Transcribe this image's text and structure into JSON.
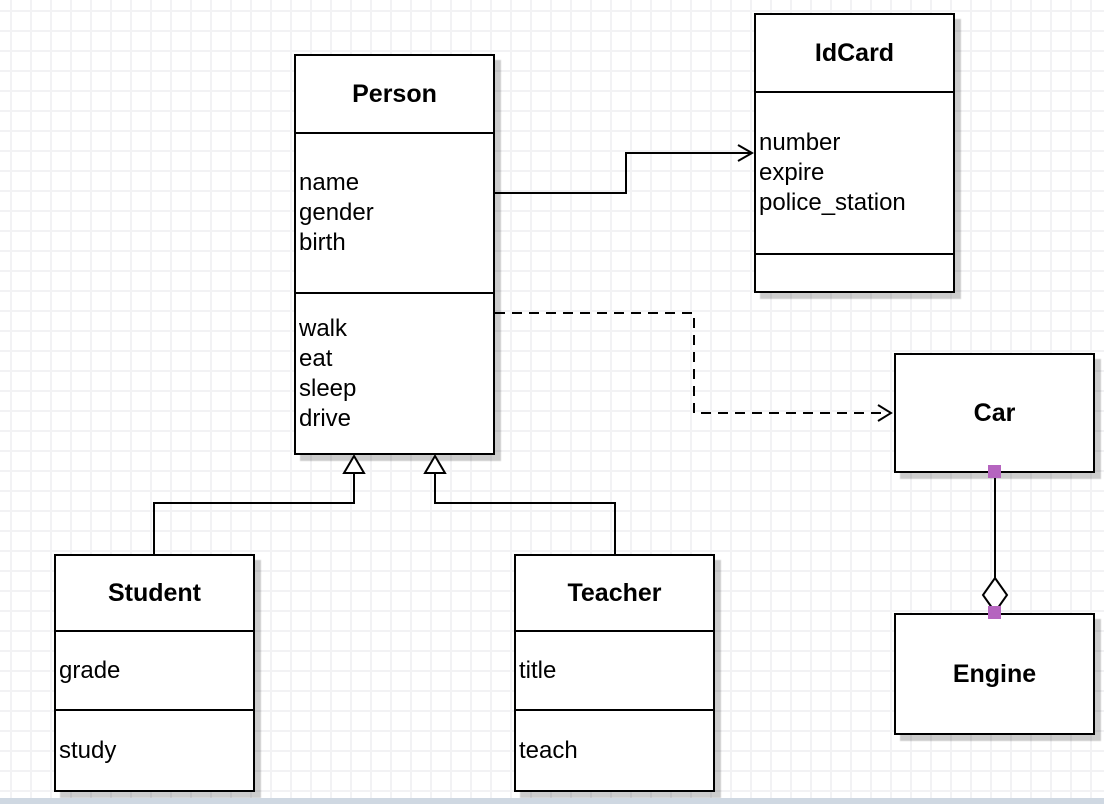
{
  "diagram": {
    "type": "uml-class-diagram",
    "classes": {
      "person": {
        "name": "Person",
        "attributes": [
          "name",
          "gender",
          "birth"
        ],
        "methods": [
          "walk",
          "eat",
          "sleep",
          "drive"
        ]
      },
      "idcard": {
        "name": "IdCard",
        "attributes": [
          "number",
          "expire",
          "police_station"
        ],
        "methods": []
      },
      "car": {
        "name": "Car",
        "attributes": [],
        "methods": []
      },
      "engine": {
        "name": "Engine",
        "attributes": [],
        "methods": []
      },
      "student": {
        "name": "Student",
        "attributes": [
          "grade"
        ],
        "methods": [
          "study"
        ]
      },
      "teacher": {
        "name": "Teacher",
        "attributes": [
          "title"
        ],
        "methods": [
          "teach"
        ]
      }
    },
    "relationships": [
      {
        "from": "Person",
        "to": "IdCard",
        "type": "directed-association",
        "line": "solid",
        "arrowhead": "open-arrow"
      },
      {
        "from": "Person",
        "to": "Car",
        "type": "dependency",
        "line": "dashed",
        "arrowhead": "open-arrow"
      },
      {
        "from": "Student",
        "to": "Person",
        "type": "generalization",
        "line": "solid",
        "arrowhead": "hollow-triangle"
      },
      {
        "from": "Teacher",
        "to": "Person",
        "type": "generalization",
        "line": "solid",
        "arrowhead": "hollow-triangle"
      },
      {
        "from": "Car",
        "to": "Engine",
        "type": "aggregation",
        "line": "solid",
        "arrowhead": "hollow-diamond"
      }
    ]
  },
  "colors": {
    "shape_stroke": "#000000",
    "shape_fill": "#ffffff",
    "text": "#000000",
    "grid_line": "#f2f2f4",
    "canvas_background": "#ffffff",
    "endpoint_handle": "#b564bf",
    "page_edge_band": "#cfd8e2"
  }
}
